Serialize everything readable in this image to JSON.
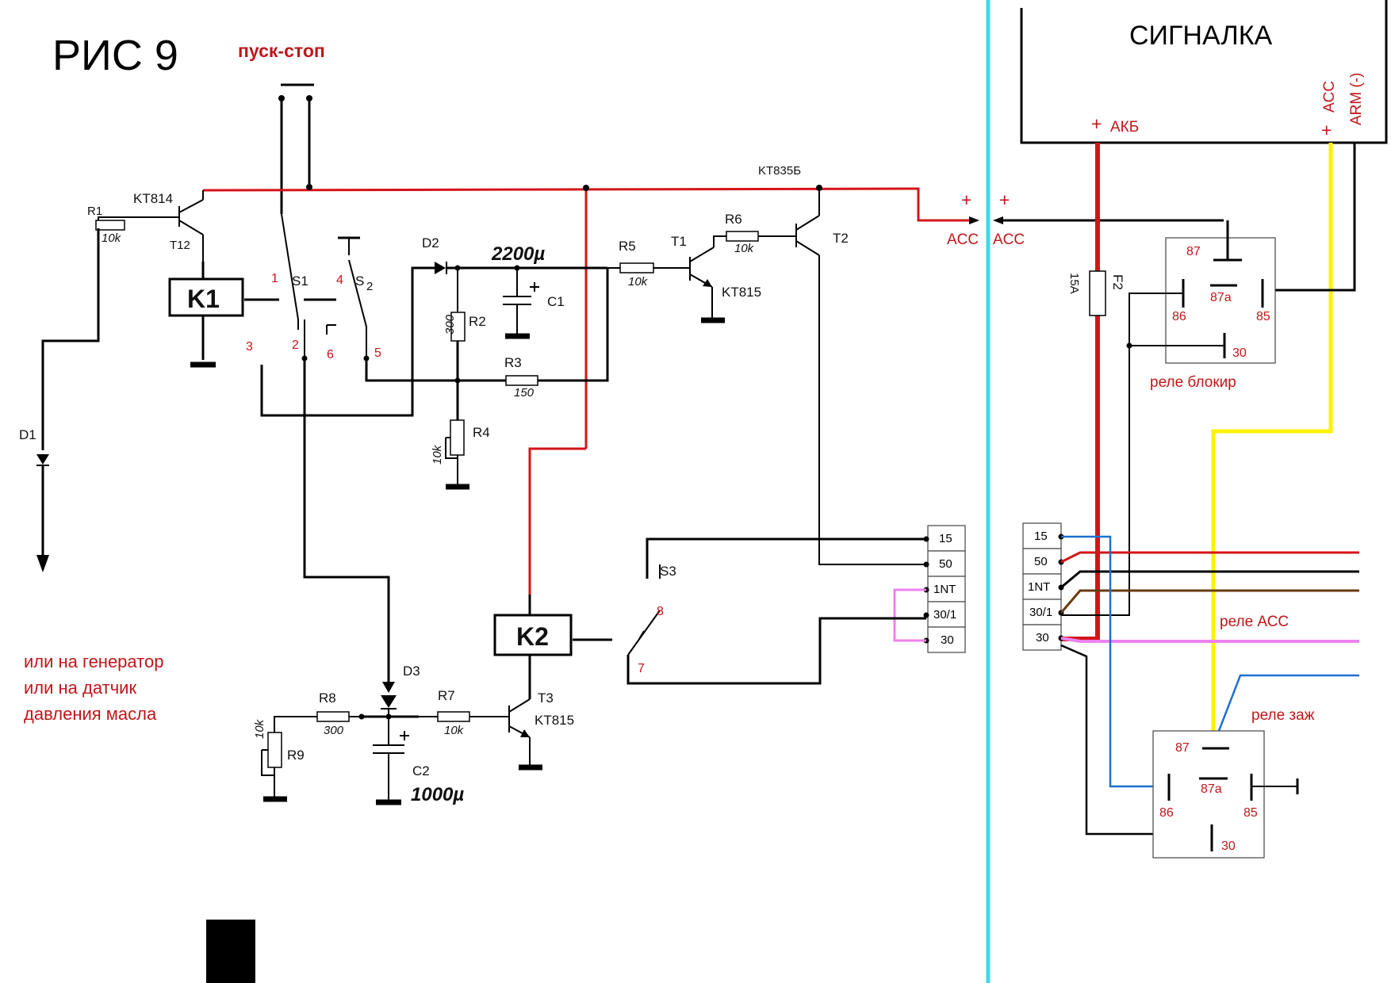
{
  "figure": {
    "title": "РИС 9",
    "start_stop": "пуск-стоп",
    "alarm_title": "СИГНАЛКА",
    "note_lines": [
      "или на генератор",
      "или на датчик",
      "давления масла"
    ]
  },
  "components": {
    "r1": {
      "name": "R1",
      "value": "10k"
    },
    "r2": {
      "name": "R2",
      "value": "300"
    },
    "r3": {
      "name": "R3",
      "value": "150"
    },
    "r4": {
      "name": "R4",
      "value": "10k"
    },
    "r5": {
      "name": "R5",
      "value": "10k"
    },
    "r6": {
      "name": "R6",
      "value": "10k"
    },
    "r7": {
      "name": "R7",
      "value": "10k"
    },
    "r8": {
      "name": "R8",
      "value": "300"
    },
    "r9": {
      "name": "R9",
      "value": "10k"
    },
    "c1": {
      "name": "C1",
      "value": "2200µ"
    },
    "c2": {
      "name": "C2",
      "value": "1000µ"
    },
    "d1": "D1",
    "d2": "D2",
    "d3": "D3",
    "t1": "T1",
    "t2": "T2",
    "t3": "T3",
    "t12": "T12",
    "kt814": "KT814",
    "kt835": "KT835Б",
    "kt815_a": "KT815",
    "kt815_b": "KT815",
    "k1": "K1",
    "k2": "K2",
    "s1": "S1",
    "s2": "S",
    "s2_sub": "2",
    "s3": "S3",
    "f2": {
      "name": "F2",
      "value": "15A"
    }
  },
  "switch_pins": [
    "1",
    "2",
    "3",
    "4",
    "5",
    "6",
    "7",
    "8"
  ],
  "connector_left": [
    "15",
    "50",
    "1NT",
    "30/1",
    "30"
  ],
  "connector_right": [
    "15",
    "50",
    "1NT",
    "30/1",
    "30"
  ],
  "labels": {
    "acc_left": "ACC",
    "acc_right": "ACC",
    "plus": "+",
    "akb": "АКБ",
    "acc_vertical": "ACC",
    "arm": "ARM (-)",
    "relay_block": "реле блокир",
    "relay_acc": "реле АСС",
    "relay_ign": "реле заж"
  },
  "relay_pins": [
    "87",
    "87a",
    "86",
    "85",
    "30"
  ],
  "wire_colors": {
    "red": "#d4141a",
    "black": "#000000",
    "yellow": "#fff200",
    "blue": "#1f6fd1",
    "brown": "#6b3a10",
    "pink": "#ee82ee",
    "cyan": "#3fd8e8"
  }
}
